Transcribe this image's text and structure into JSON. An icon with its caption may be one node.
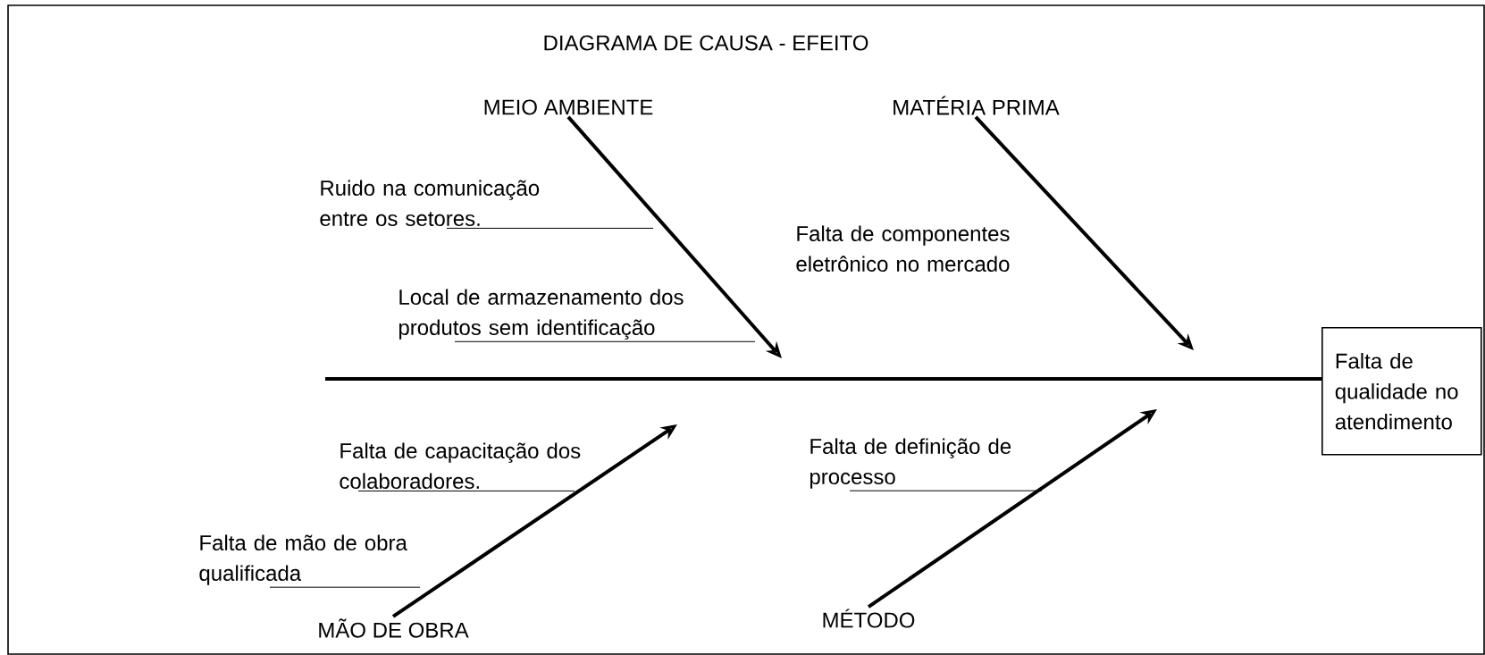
{
  "diagram": {
    "title": "DIAGRAMA DE CAUSA - EFEITO",
    "nodes": [
      {
        "text": [
          "MEIO AMBIENTE"
        ]
      },
      {
        "text": [
          "MATÉRIA PRIMA"
        ]
      },
      {
        "text": [
          "Ruido na comunicação entre os setores."
        ]
      },
      {
        "text": [
          "Falta de componentes eletrônico no mercado"
        ]
      },
      {
        "text": [
          "Local de armazenamento dos produtos sem identificação"
        ]
      },
      {
        "text": [
          "Falta de qualidade no atendimento"
        ]
      },
      {
        "text": [
          "Falta de definição de processo"
        ]
      },
      {
        "text": [
          "Falta de capacitação dos colaboradores."
        ]
      },
      {
        "text": [
          "Falta de mão de obra qualificada"
        ]
      },
      {
        "text": [
          "MÃO DE OBRA"
        ]
      },
      {
        "text": [
          "MÉTODO"
        ]
      }
    ],
    "edges": [
      {
        "from": 0,
        "to": null,
        "arrow": "to",
        "style": "thick"
      },
      {
        "from": 1,
        "to": null,
        "arrow": "to",
        "style": "thick"
      },
      {
        "from": 2,
        "to": null,
        "arrow": "none"
      },
      {
        "from": 4,
        "to": null,
        "arrow": "none"
      },
      {
        "from": null,
        "to": 5,
        "arrow": "none",
        "style": "thick"
      },
      {
        "from": 9,
        "to": null,
        "arrow": "to",
        "style": "thick"
      },
      {
        "from": 10,
        "to": null,
        "arrow": "to",
        "style": "thick"
      },
      {
        "from": 7,
        "to": null,
        "arrow": "none"
      },
      {
        "from": 8,
        "to": null,
        "arrow": "none"
      },
      {
        "from": 6,
        "to": null,
        "arrow": "none"
      }
    ]
  }
}
